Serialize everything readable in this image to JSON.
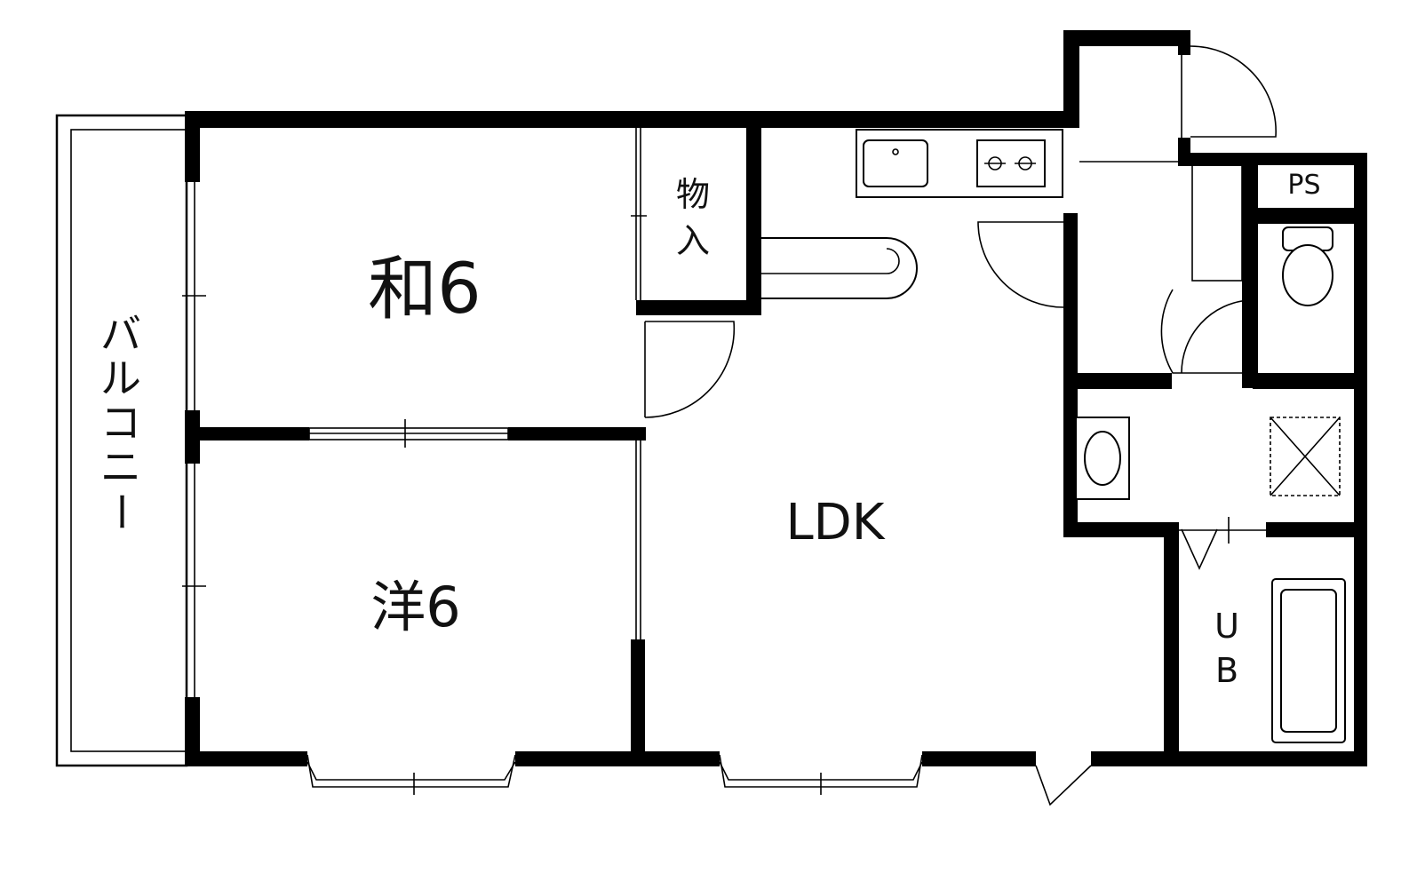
{
  "floor_plan": {
    "rooms": {
      "washitsu": "和6",
      "youshitsu": "洋6",
      "ldk": "LDK",
      "storage": [
        "物",
        "入"
      ],
      "balcony": [
        "バ",
        "ル",
        "コ",
        "ニ",
        "ー"
      ],
      "pipe_space": "PS",
      "unit_bath": [
        "U",
        "B"
      ]
    },
    "colors": {
      "wall": "#000000",
      "background": "#ffffff"
    }
  }
}
